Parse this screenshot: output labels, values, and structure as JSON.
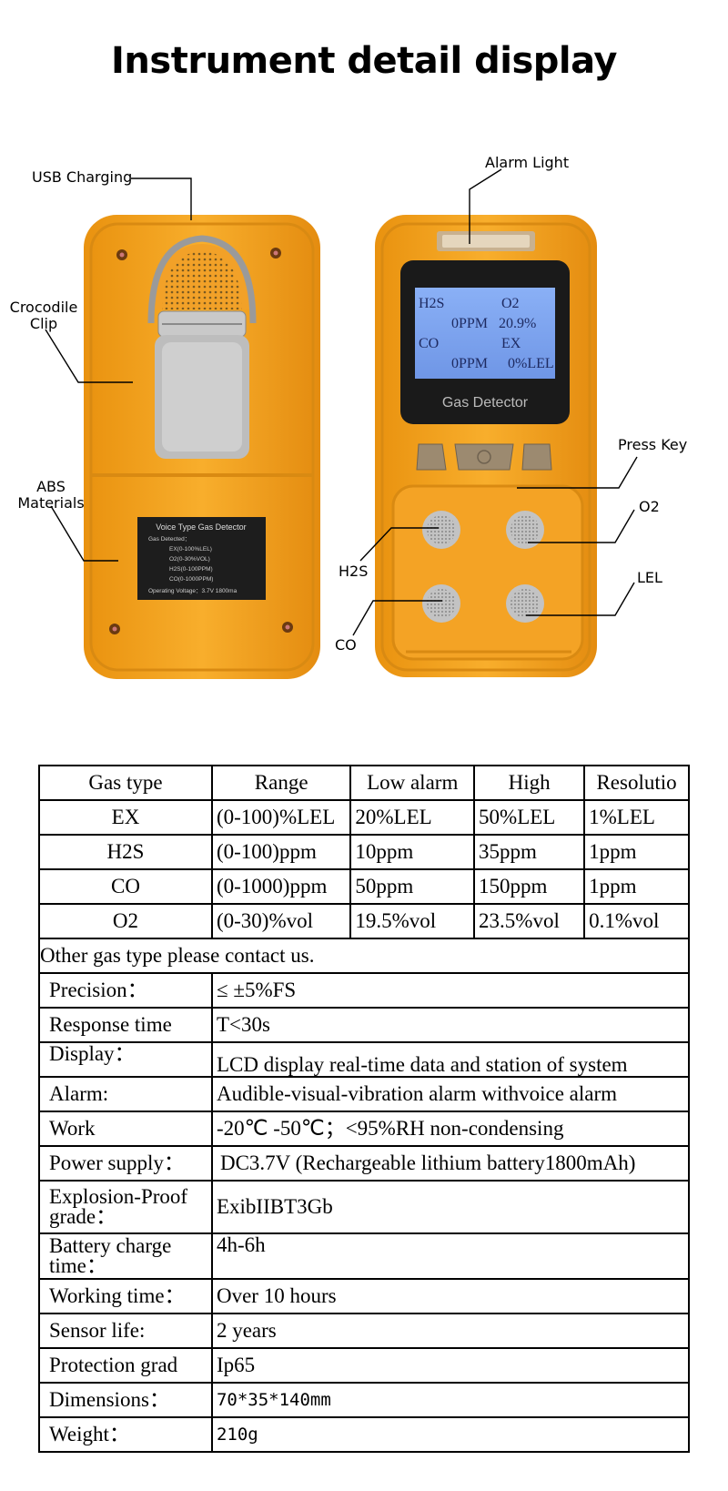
{
  "page": {
    "title": "Instrument detail display"
  },
  "callouts": {
    "usb": "USB Charging",
    "clip_1": "Crocodile",
    "clip_2": "Clip",
    "abs_1": "ABS",
    "abs_2": "Materials",
    "alarm_light": "Alarm Light",
    "press_key": "Press Key",
    "o2": "O2",
    "h2s": "H2S",
    "lel": "LEL",
    "co": "CO"
  },
  "device_front": {
    "lcd": {
      "row1_left": "H2S",
      "row1_right": "O2",
      "row2_left": "0PPM",
      "row2_right": "20.9%",
      "row3_left": "CO",
      "row3_right": "EX",
      "row4_left": "0PPM",
      "row4_right": "0%LEL"
    },
    "brand": "Gas Detector"
  },
  "device_back": {
    "plate": {
      "heading": "Voice Type Gas Detector",
      "line1": "Gas Detected：",
      "line2": "EX(0-100%LEL)",
      "line3": "O2(0-30%VOL)",
      "line4": "H2S(0-100PPM)",
      "line5": "CO(0-1000PPM)",
      "line6": "Operating Voltage：3.7V 1800ma"
    }
  },
  "gas_table": {
    "headers": [
      "Gas type",
      "Range",
      "Low alarm",
      "High",
      "Resolutio"
    ],
    "rows": [
      [
        "EX",
        "(0-100)%LEL",
        "20%LEL",
        "50%LEL",
        "1%LEL"
      ],
      [
        "H2S",
        "(0-100)ppm",
        "10ppm",
        "35ppm",
        "1ppm"
      ],
      [
        "CO",
        "(0-1000)ppm",
        "50ppm",
        "150ppm",
        "1ppm"
      ],
      [
        "O2",
        "(0-30)%vol",
        "19.5%vol",
        "23.5%vol",
        "0.1%vol"
      ]
    ],
    "note": "Other gas type please contact us."
  },
  "specs": [
    {
      "label": "Precision：",
      "value": "≤ ±5%FS"
    },
    {
      "label": "Response time",
      "value": "T<30s"
    },
    {
      "label": "Display：",
      "value": "LCD display real-time data and station of system"
    },
    {
      "label": "Alarm:",
      "value": "Audible-visual-vibration alarm withvoice alarm"
    },
    {
      "label": "Work",
      "value": "-20℃ -50℃；<95%RH non-condensing"
    },
    {
      "label": "Power supply：",
      "value": "DC3.7V (Rechargeable lithium battery1800mAh)"
    },
    {
      "label": "Explosion-Proof grade：",
      "value": "ExibIIBT3Gb"
    },
    {
      "label": "Battery charge time：",
      "value": "4h-6h"
    },
    {
      "label": "Working time：",
      "value": "Over 10 hours"
    },
    {
      "label": "Sensor life:",
      "value": "2 years"
    },
    {
      "label": "Protection grad",
      "value": "Ip65"
    },
    {
      "label": "Dimensions：",
      "value": "70*35*140mm"
    },
    {
      "label": "Weight：",
      "value": "210g"
    }
  ],
  "colors": {
    "body_orange": "#F5A623",
    "orange_dark": "#E08A10",
    "lcd_blue": "#7FA6F0",
    "screen_black": "#1A1A1A"
  }
}
